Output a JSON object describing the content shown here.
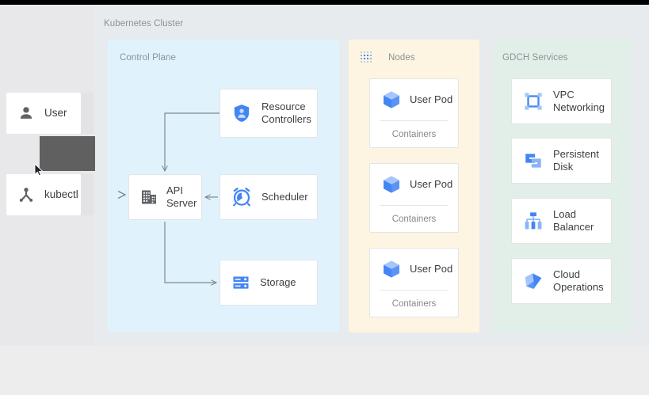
{
  "diagram": {
    "cluster_label": "Kubernetes Cluster",
    "zones": {
      "control_plane": {
        "title": "Control Plane",
        "color": "#e0f3fd"
      },
      "nodes": {
        "title": "Nodes",
        "color": "#fdf5e1",
        "icon": "dotted-grid-icon"
      },
      "gdch": {
        "title": "GDCH Services",
        "color": "#e2efe8"
      }
    },
    "actors": [
      {
        "label": "User",
        "icon": "user-icon"
      },
      {
        "label": "kubectl",
        "icon": "kubectl-icon"
      }
    ],
    "control_plane_nodes": [
      {
        "id": "resource-controllers",
        "label": "Resource\nControllers",
        "icon": "shield-person-icon"
      },
      {
        "id": "api-server",
        "label": "API\nServer",
        "icon": "building-icon"
      },
      {
        "id": "scheduler",
        "label": "Scheduler",
        "icon": "alarm-clock-icon"
      },
      {
        "id": "storage",
        "label": "Storage",
        "icon": "server-rack-icon"
      }
    ],
    "pods": [
      {
        "label": "User Pod",
        "footer": "Containers",
        "icon": "cube-icon"
      },
      {
        "label": "User Pod",
        "footer": "Containers",
        "icon": "cube-icon"
      },
      {
        "label": "User Pod",
        "footer": "Containers",
        "icon": "cube-icon"
      }
    ],
    "gdch_services": [
      {
        "id": "vpc-networking",
        "label": "VPC\nNetworking",
        "icon": "vpc-network-icon"
      },
      {
        "id": "persistent-disk",
        "label": "Persistent\nDisk",
        "icon": "persistent-disk-icon"
      },
      {
        "id": "load-balancer",
        "label": "Load\nBalancer",
        "icon": "load-balancer-icon"
      },
      {
        "id": "cloud-operations",
        "label": "Cloud\nOperations",
        "icon": "cloud-operations-icon"
      }
    ],
    "connections": [
      {
        "from": "kubectl",
        "to": "api-server"
      },
      {
        "from": "resource-controllers",
        "to": "api-server"
      },
      {
        "from": "scheduler",
        "to": "api-server"
      },
      {
        "from": "api-server",
        "to": "storage"
      }
    ],
    "colors": {
      "accent_blue": "#4285f4",
      "icon_blue_light": "#8ab4f8",
      "icon_dark": "#5f6368",
      "text": "#3c4043",
      "muted_text": "#8a9196",
      "connector": "#80868b",
      "canvas": "#e8ebee",
      "selection": "#606060"
    }
  }
}
